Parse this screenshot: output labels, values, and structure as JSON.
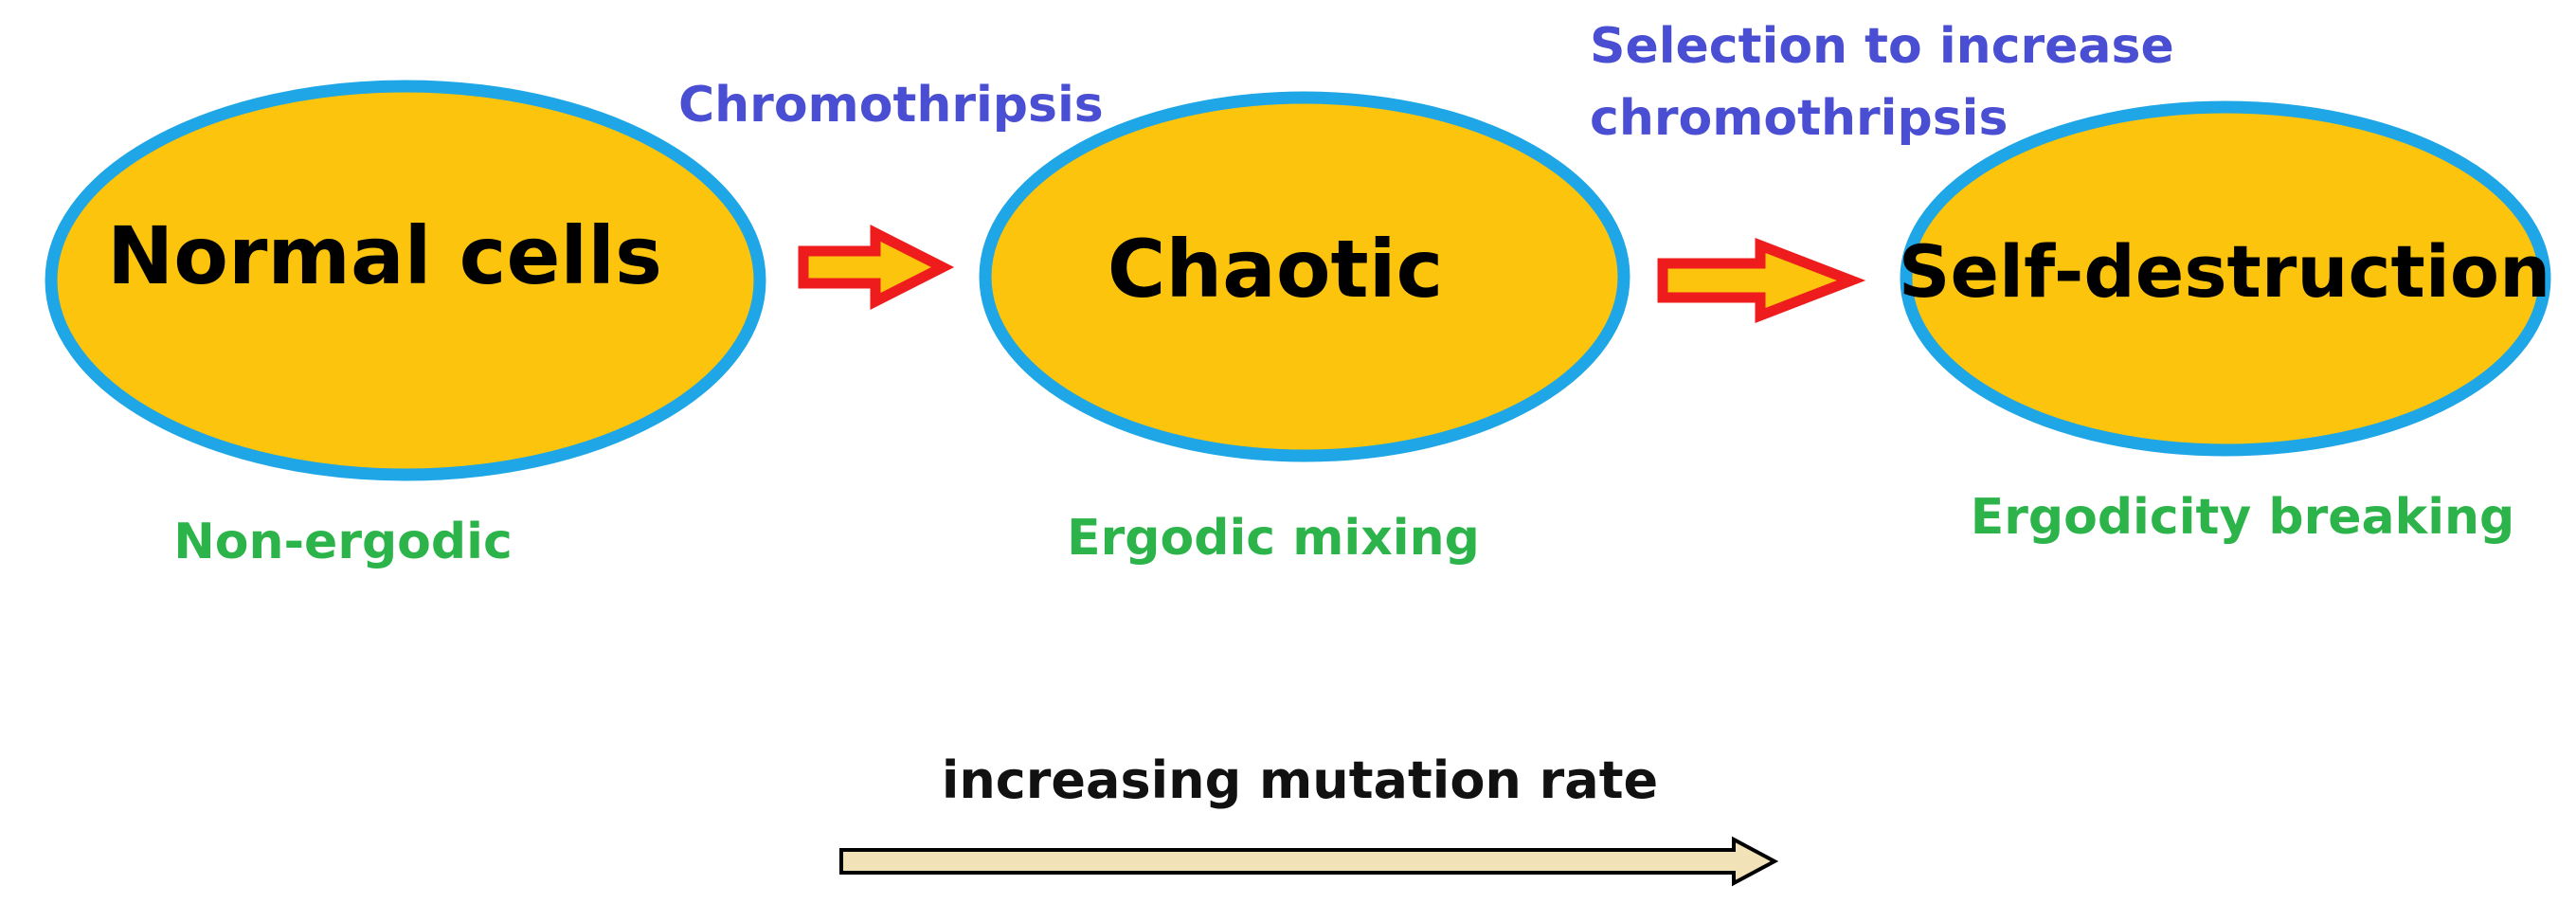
{
  "states": {
    "normal": {
      "label": "Normal cells",
      "regime": "Non-ergodic"
    },
    "chaotic": {
      "label": "Chaotic",
      "regime": "Ergodic mixing"
    },
    "self_destruction": {
      "label": "Self-destruction",
      "regime": "Ergodicity breaking"
    }
  },
  "transitions": {
    "first": {
      "label": "Chromothripsis"
    },
    "second": {
      "label_line1": "Selection to increase",
      "label_line2": "chromothripsis"
    }
  },
  "axis": {
    "label": "increasing mutation rate"
  },
  "colors": {
    "ellipse_fill": "#fcc40c",
    "ellipse_stroke": "#1ea6e6",
    "transition_arrow_stroke": "#ee1c1c",
    "transition_text": "#4a4ed2",
    "regime_text": "#2cb44a",
    "axis_arrow_fill": "#f1e3b7"
  },
  "icons": {
    "transition_arrow": "right-arrow-icon",
    "axis_arrow": "long-right-arrow-icon"
  }
}
